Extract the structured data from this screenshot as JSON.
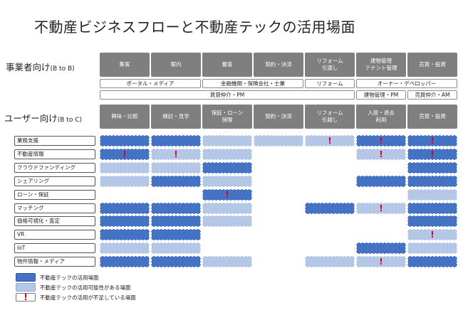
{
  "title": "不動産ビジネスフローと不動産テックの活用場面",
  "b2b": {
    "label": "事業者向け",
    "sub": "(B to B)",
    "headers": [
      "集客",
      "案内",
      "審査",
      "契約・決済",
      "リフォーム\n引渡し",
      "建物管理\nテナント管理",
      "売買・投資"
    ],
    "bands_row1": [
      "ポータル・メディア",
      "金融機関・保険会社・士業",
      "リフォーム",
      "オーナー・デベロッパー"
    ],
    "bands_row2": [
      "賃貸仲介・PM",
      "建物管理・PM",
      "売買仲介・AM"
    ]
  },
  "b2c": {
    "label": "ユーザー向け",
    "sub": "(B to C)",
    "headers": [
      "興味・比較",
      "検討・見学",
      "保証・ローン\n保険",
      "契約・決済",
      "リフォーム\n引越し",
      "入居・退去\n利用",
      "売買・投資"
    ]
  },
  "rows": [
    {
      "label": "業務支援",
      "cells": [
        "A",
        "A",
        "P",
        "P",
        "P!",
        "A!",
        "A!"
      ]
    },
    {
      "label": "不動産情報",
      "cells": [
        "A!",
        "P!",
        "P",
        "",
        "",
        "P!",
        "A!"
      ]
    },
    {
      "label": "クラウドファンディング",
      "cells": [
        "P",
        "P",
        "A",
        "",
        "",
        "",
        "A"
      ]
    },
    {
      "label": "シェアリング",
      "cells": [
        "P",
        "A",
        "P",
        "",
        "",
        "A",
        "A"
      ]
    },
    {
      "label": "ローン・保証",
      "cells": [
        "",
        "",
        "A!",
        "",
        "",
        "",
        "P"
      ]
    },
    {
      "label": "マッチング",
      "cells": [
        "A",
        "A",
        "P",
        "",
        "A",
        "P!",
        "A"
      ]
    },
    {
      "label": "価格可視化・査定",
      "cells": [
        "A",
        "A",
        "P",
        "",
        "",
        "",
        "A"
      ]
    },
    {
      "label": "VR",
      "cells": [
        "A",
        "A",
        "",
        "",
        "",
        "",
        "P!"
      ]
    },
    {
      "label": "IoT",
      "cells": [
        "P",
        "P",
        "",
        "",
        "",
        "A",
        "P"
      ]
    },
    {
      "label": "物件情報・メディア",
      "cells": [
        "A",
        "A",
        "P",
        "",
        "P",
        "P!",
        "A"
      ]
    }
  ],
  "legend": [
    {
      "type": "A",
      "text": "不動産テックの活用場面"
    },
    {
      "type": "P",
      "text": "不動産テックの活用可能性がある場面"
    },
    {
      "type": "X",
      "text": "不動産テックの活用が不足している場面"
    }
  ],
  "colors": {
    "active": "#4472c4",
    "possible": "#b4c7e7",
    "header": "#7f7f7f",
    "alert": "#e0001a"
  },
  "icons": {
    "alert": "!"
  }
}
